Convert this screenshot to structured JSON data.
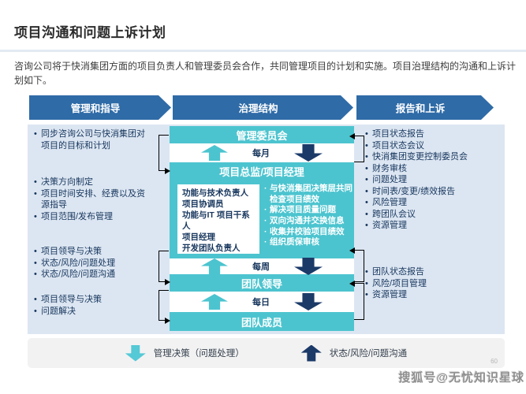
{
  "slide": {
    "title": "项目沟通和问题上诉计划",
    "intro": "咨询公司将于快消集团方面的项目负责人和管理委员会合作，共同管理项目的计划和实施。项目治理结构的沟通和上诉计划如下。"
  },
  "process_headers": [
    {
      "label": "管理和指导"
    },
    {
      "label": "治理结构"
    },
    {
      "label": "报告和上诉"
    }
  ],
  "left_column": {
    "groups": [
      {
        "items": [
          "同步咨询公司与快消集团对项目的目标和计划"
        ]
      },
      {
        "items": [
          "决策方向制定",
          "项目时间安排、经费以及资源指导",
          "项目范围/发布管理"
        ]
      },
      {
        "items": [
          "项目领导与决策",
          "状态/风险/问题处理",
          "状态/风险/问题沟通"
        ]
      },
      {
        "items": [
          "项目领导与决策",
          "问题解决"
        ]
      }
    ]
  },
  "right_column": {
    "groups": [
      {
        "items": [
          "项目状态报告",
          "项目状态会议",
          "快消集团变更控制委员会",
          "财务审核",
          "问题处理",
          "时间表/变更/绩效报告",
          "风险管理",
          "跨团队会议",
          "资源管理"
        ]
      },
      {
        "items": [
          "团队状态报告",
          "风险/项目管理",
          "资源管理"
        ]
      }
    ]
  },
  "governance": {
    "committee": "管理委员会",
    "director": "项目总监/项目经理",
    "team_lead": "团队领导",
    "team_member": "团队成员",
    "freq_monthly": "每月",
    "freq_weekly": "每周",
    "freq_daily": "每日",
    "roles": [
      "功能与技术负责人",
      "项目协调员",
      "功能与IT 项目干系人",
      "项目经理",
      "开发团队负责人"
    ],
    "duties": [
      "与快消集团决策层共同检查项目绩效",
      "解决项目质量问题",
      "双向沟通并交换信息",
      "收集并校验项目绩效",
      "组织质保审核"
    ]
  },
  "legend": {
    "decision_label": "管理决策（问题处理）",
    "status_label": "状态/风险/问题沟通"
  },
  "footer": {
    "page_number": "60",
    "watermark": "搜狐号@无忧知识星球"
  },
  "colors": {
    "accent_blue": "#2f6ba7",
    "teal": "#4cc4cf",
    "navy": "#1b3a68",
    "panel_blue": "#dce6f2",
    "legend_bg": "#f2f2f2"
  }
}
